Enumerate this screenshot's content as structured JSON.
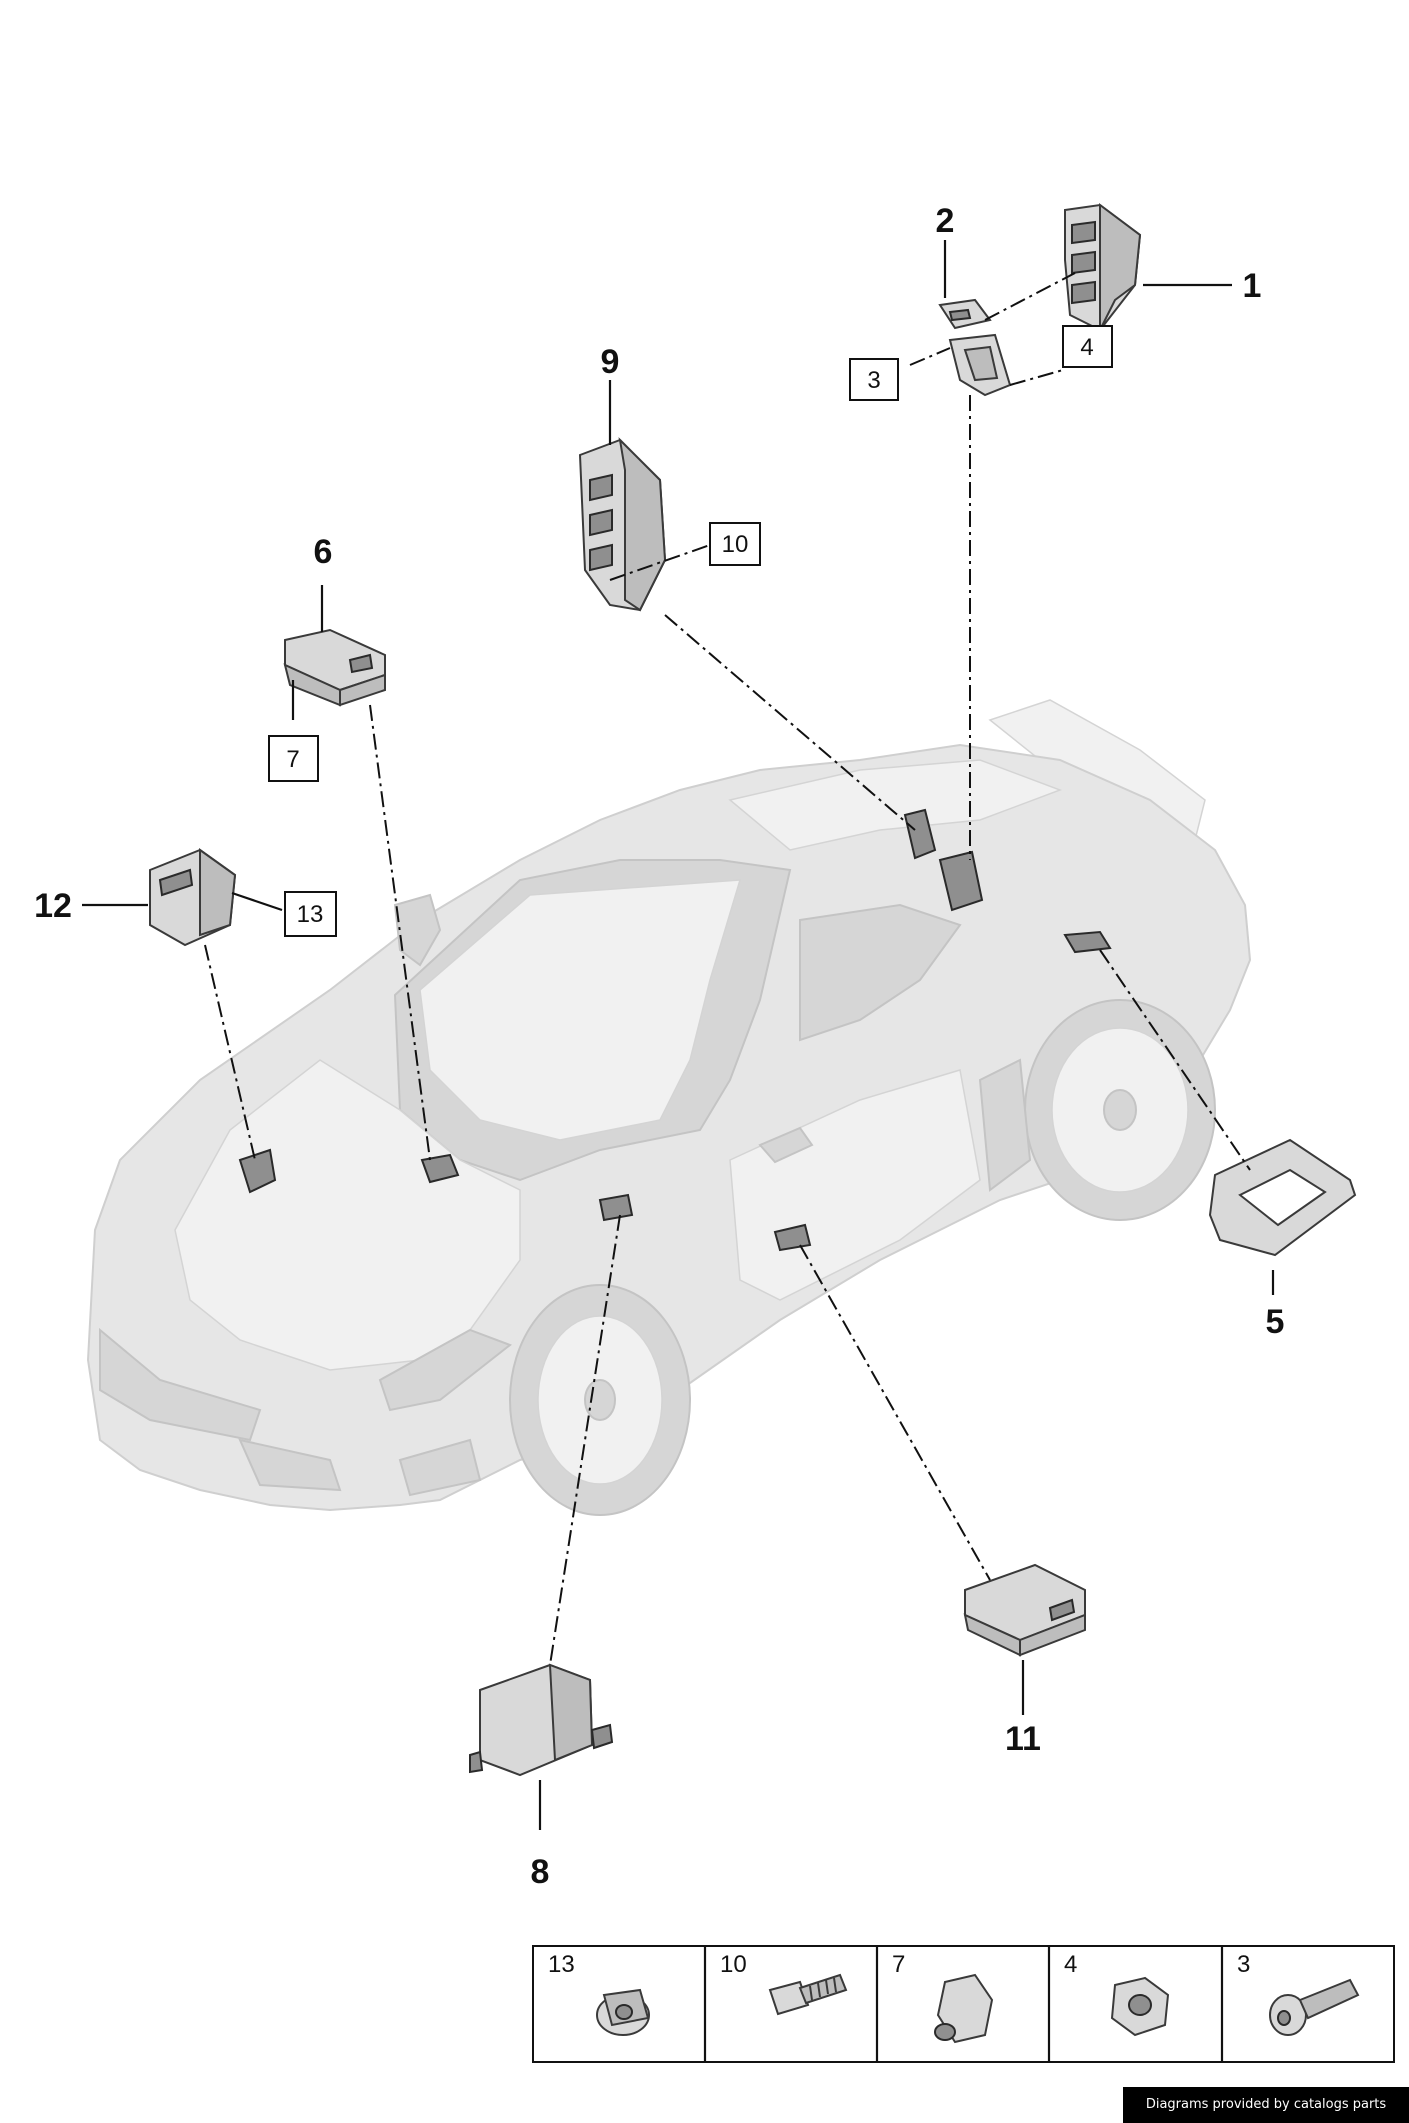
{
  "callouts": {
    "c1": "1",
    "c2": "2",
    "c5": "5",
    "c6": "6",
    "c8": "8",
    "c9": "9",
    "c11": "11",
    "c12": "12"
  },
  "boxed": {
    "b3": "3",
    "b4": "4",
    "b7": "7",
    "b10": "10",
    "b13": "13"
  },
  "hardware_table": {
    "cells": [
      "13",
      "10",
      "7",
      "4",
      "3"
    ]
  },
  "credit": "Diagrams provided by catalogs parts"
}
